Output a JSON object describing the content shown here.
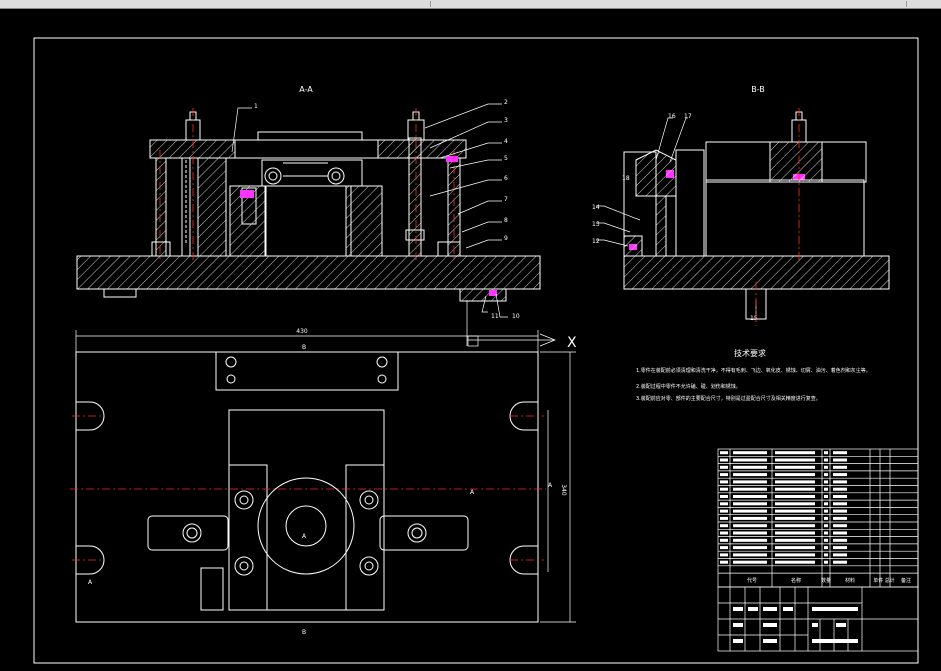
{
  "sections": {
    "aa": "A-A",
    "bb": "B-B"
  },
  "leaders": [
    "1",
    "2",
    "3",
    "4",
    "5",
    "6",
    "7",
    "8",
    "9",
    "10",
    "11",
    "12",
    "13",
    "14",
    "15",
    "16",
    "17",
    "18"
  ],
  "dims": {
    "width": "430",
    "height": "340",
    "cl": "A"
  },
  "axis": {
    "x": "X"
  },
  "cut_marks": {
    "a": "A",
    "b": "B"
  },
  "tech_req": {
    "title": "技术要求",
    "lines": [
      "1.零件在装配前必须清理和清洗干净，不得有毛刺、飞边、氧化皮、锈蚀、切屑、油污、着色剂和灰尘等。",
      "2.装配过程中零件不允许磕、碰、划伤和锈蚀。",
      "3.装配前应对零、部件的主要配合尺寸，特别是过盈配合尺寸及相关精度进行复查。"
    ]
  },
  "title_block": {
    "h_code": "代号",
    "h_name": "名称",
    "h_qty": "数量",
    "h_mat": "材料",
    "h_wt": "单件 总计",
    "h_note": "备注"
  },
  "colors": {
    "line": "#ffffff",
    "center": "#ff2a2a",
    "highlight": "#ff33ff",
    "bg": "#000000"
  }
}
